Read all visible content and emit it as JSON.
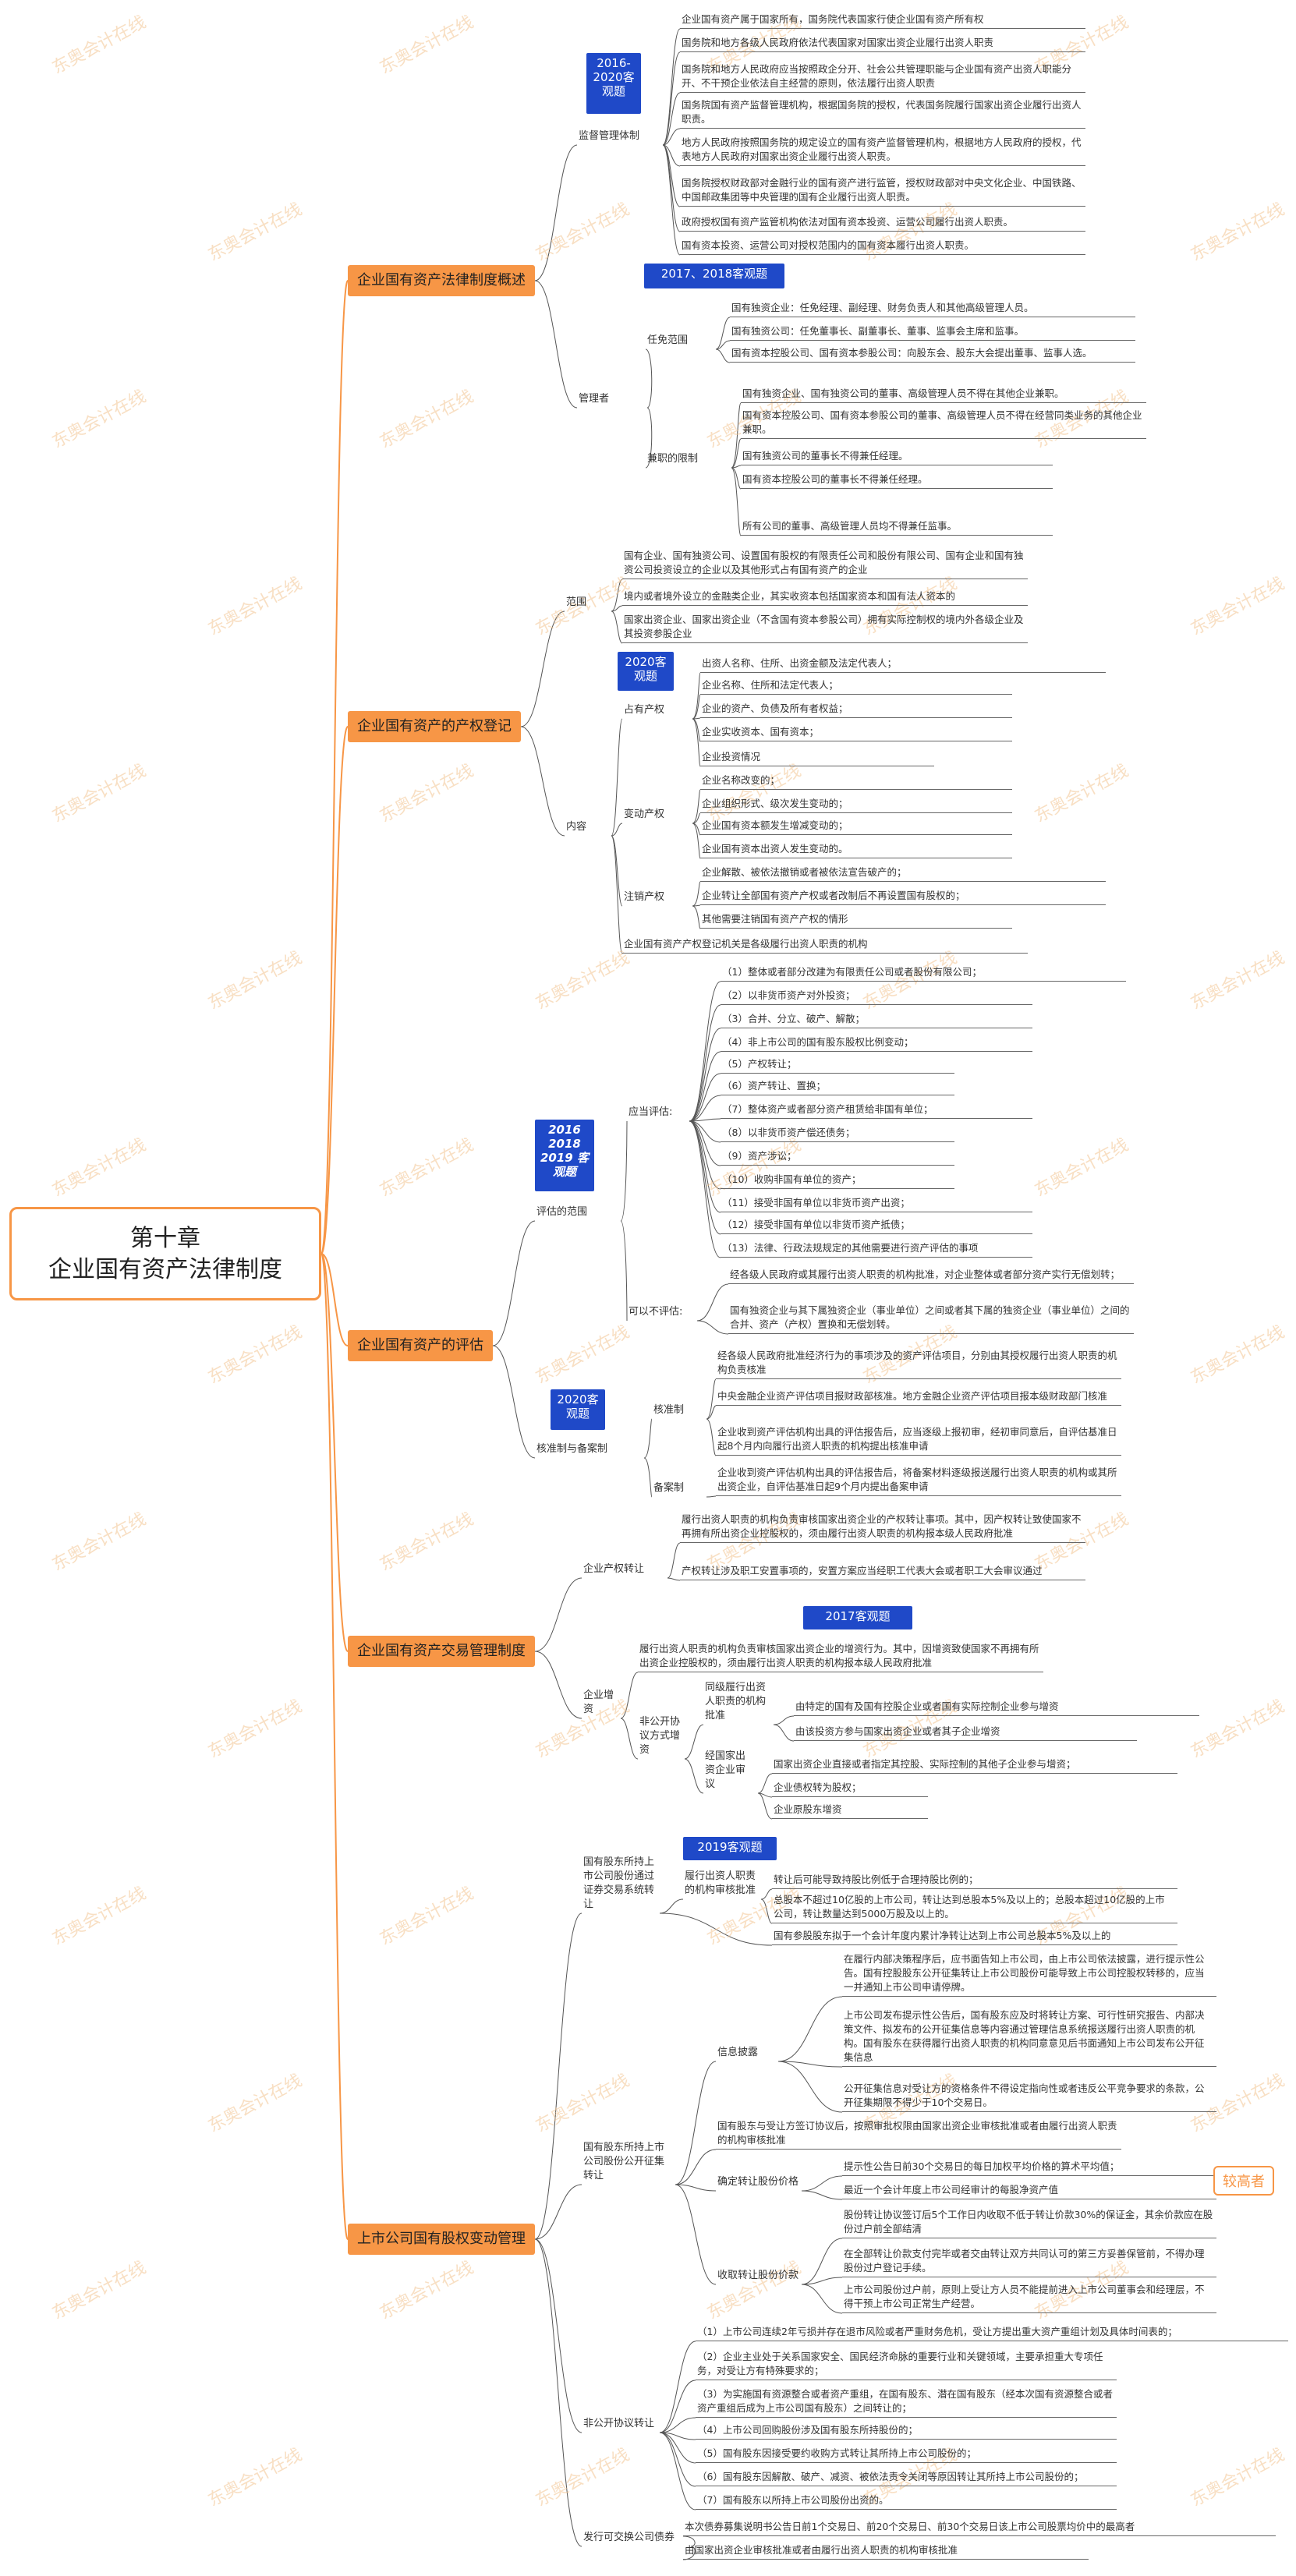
{
  "root": {
    "line1": "第十章",
    "line2": "企业国有资产法律制度"
  },
  "cats": [
    "企业国有资产法律制度概述",
    "企业国有资产的产权登记",
    "企业国有资产的评估",
    "企业国有资产交易管理制度",
    "上市公司国有股权变动管理"
  ],
  "tags": {
    "t1": "2016-2020客观题",
    "t2": "2017、2018客观题",
    "t3": "2020客观题",
    "t4": "2016 2018 2019 客观题",
    "t5": "2020客观题",
    "t6": "2017客观题",
    "t7": "2019客观题"
  },
  "labels": {
    "jgtz": "监督管理体制",
    "glz": "管理者",
    "rmfw": "任免范围",
    "jzxz": "兼职的限制",
    "fw": "范围",
    "nr": "内容",
    "zycq": "占有产权",
    "bdcq": "变动产权",
    "zxcq": "注销产权",
    "pgfw": "评估的范围",
    "ydpg": "应当评估:",
    "kybpg": "可以不评估:",
    "hzba": "核准制与备案制",
    "hzz": "核准制",
    "baz": "备案制",
    "cqzr": "企业产权转让",
    "qyzz": "企业增资",
    "fgk": "非公开协议方式增资",
    "tyl": "同级履行出资人职责的机构批准",
    "jgj": "经国家出资企业审议",
    "tgjy": "国有股东所持上市公司股份通过证券交易系统转让",
    "lxcz": "履行出资人职责的机构审核批准",
    "gkzj": "国有股东所持上市公司股份公开征集转让",
    "xxpl": "信息披露",
    "qdjg": "确定转让股份价格",
    "sqzr": "收取转让股份价款",
    "fgkxy": "非公开协议转让",
    "fxkh": "发行可交换公司债券",
    "jgz": "较高者"
  },
  "items": {
    "a1": "企业国有资产属于国家所有，国务院代表国家行使企业国有资产所有权",
    "a2": "国务院和地方各级人民政府依法代表国家对国家出资企业履行出资人职责",
    "a3": "国务院和地方人民政府应当按照政企分开、社会公共管理职能与企业国有资产出资人职能分开、不干预企业依法自主经营的原则，依法履行出资人职责",
    "a4": "国务院国有资产监督管理机构，根据国务院的授权，代表国务院履行国家出资企业履行出资人职责。",
    "a5": "地方人民政府按照国务院的规定设立的国有资产监督管理机构，根据地方人民政府的授权，代表地方人民政府对国家出资企业履行出资人职责。",
    "a6": "国务院授权财政部对金融行业的国有资产进行监管，授权财政部对中央文化企业、中国铁路、中国邮政集团等中央管理的国有企业履行出资人职责。",
    "a7": "政府授权国有资产监管机构依法对国有资本投资、运营公司履行出资人职责。",
    "a8": "国有资本投资、运营公司对授权范围内的国有资本履行出资人职责。",
    "b1": "国有独资企业：任免经理、副经理、财务负责人和其他高级管理人员。",
    "b2": "国有独资公司：任免董事长、副董事长、董事、监事会主席和监事。",
    "b3": "国有资本控股公司、国有资本参股公司：向股东会、股东大会提出董事、监事人选。",
    "b4": "国有独资企业、国有独资公司的董事、高级管理人员不得在其他企业兼职。",
    "b5": "国有资本控股公司、国有资本参股公司的董事、高级管理人员不得在经营同类业务的其他企业兼职。",
    "b6": "国有独资公司的董事长不得兼任经理。",
    "b7": "国有资本控股公司的董事长不得兼任经理。",
    "b8": "所有公司的董事、高级管理人员均不得兼任监事。",
    "c1": "国有企业、国有独资公司、设置国有股权的有限责任公司和股份有限公司、国有企业和国有独资公司投资设立的企业以及其他形式占有国有资产的企业",
    "c2": "境内或者境外设立的金融类企业，其实收资本包括国家资本和国有法人资本的",
    "c3": "国家出资企业、国家出资企业（不含国有资本参股公司）拥有实际控制权的境内外各级企业及其投资参股企业",
    "c4": "出资人名称、住所、出资金额及法定代表人；",
    "c5": "企业名称、住所和法定代表人；",
    "c6": "企业的资产、负债及所有者权益；",
    "c7": "企业实收资本、国有资本；",
    "c8": "企业投资情况",
    "c9": "企业名称改变的；",
    "c10": "企业组织形式、级次发生变动的；",
    "c11": "企业国有资本额发生增减变动的；",
    "c12": "企业国有资本出资人发生变动的。",
    "c13": "企业解散、被依法撤销或者被依法宣告破产的；",
    "c14": "企业转让全部国有资产产权或者改制后不再设置国有股权的；",
    "c15": "其他需要注销国有资产产权的情形",
    "c16": "企业国有资产产权登记机关是各级履行出资人职责的机构",
    "d1": "（1）整体或者部分改建为有限责任公司或者股份有限公司；",
    "d2": "（2）以非货币资产对外投资；",
    "d3": "（3）合并、分立、破产、解散；",
    "d4": "（4）非上市公司的国有股东股权比例变动；",
    "d5": "（5）产权转让；",
    "d6": "（6）资产转让、置换；",
    "d7": "（7）整体资产或者部分资产租赁给非国有单位；",
    "d8": "（8）以非货币资产偿还债务；",
    "d9": "（9）资产涉讼；",
    "d10": "（10）收购非国有单位的资产；",
    "d11": "（11）接受非国有单位以非货币资产出资；",
    "d12": "（12）接受非国有单位以非货币资产抵债；",
    "d13": "（13）法律、行政法规规定的其他需要进行资产评估的事项",
    "d14": "经各级人民政府或其履行出资人职责的机构批准，对企业整体或者部分资产实行无偿划转；",
    "d15": "国有独资企业与其下属独资企业（事业单位）之间或者其下属的独资企业（事业单位）之间的合并、资产（产权）置换和无偿划转。",
    "d16": "经各级人民政府批准经济行为的事项涉及的资产评估项目，分别由其授权履行出资人职责的机构负责核准",
    "d17": "中央金融企业资产评估项目报财政部核准。地方金融企业资产评估项目报本级财政部门核准",
    "d18": "企业收到资产评估机构出具的评估报告后，应当逐级上报初审，经初审同意后，自评估基准日起8个月内向履行出资人职责的机构提出核准申请",
    "d19": "企业收到资产评估机构出具的评估报告后，将备案材料逐级报送履行出资人职责的机构或其所出资企业，自评估基准日起9个月内提出备案申请",
    "e1": "履行出资人职责的机构负责审核国家出资企业的产权转让事项。其中，因产权转让致使国家不再拥有所出资企业控股权的，须由履行出资人职责的机构报本级人民政府批准",
    "e2": "产权转让涉及职工安置事项的，安置方案应当经职工代表大会或者职工大会审议通过",
    "e3": "履行出资人职责的机构负责审核国家出资企业的增资行为。其中，因增资致使国家不再拥有所出资企业控股权的，须由履行出资人职责的机构报本级人民政府批准",
    "e4": "由特定的国有及国有控股企业或者国有实际控制企业参与增资",
    "e5": "由该投资方参与国家出资企业或者其子企业增资",
    "e6": "国家出资企业直接或者指定其控股、实际控制的其他子企业参与增资；",
    "e7": "企业债权转为股权；",
    "e8": "企业原股东增资",
    "f1": "转让后可能导致持股比例低于合理持股比例的；",
    "f2": "总股本不超过10亿股的上市公司，转让达到总股本5%及以上的；总股本超过10亿股的上市公司，转让数量达到5000万股及以上的。",
    "f3": "国有参股股东拟于一个会计年度内累计净转让达到上市公司总股本5%及以上的",
    "f4": "在履行内部决策程序后，应书面告知上市公司，由上市公司依法披露，进行提示性公告。国有控股股东公开征集转让上市公司股份可能导致上市公司控股权转移的，应当一并通知上市公司申请停牌。",
    "f5": "上市公司发布提示性公告后，国有股东应及时将转让方案、可行性研究报告、内部决策文件、拟发布的公开征集信息等内容通过管理信息系统报送履行出资人职责的机构。国有股东在获得履行出资人职责的机构同意意见后书面通知上市公司发布公开征集信息",
    "f6": "公开征集信息对受让方的资格条件不得设定指向性或者违反公平竞争要求的条款，公开征集期限不得少于10个交易日。",
    "f7": "国有股东与受让方签订协议后，按照审批权限由国家出资企业审核批准或者由履行出资人职责的机构审核批准",
    "f8": "提示性公告日前30个交易日的每日加权平均价格的算术平均值；",
    "f9": "最近一个会计年度上市公司经审计的每股净资产值",
    "f10": "股份转让协议签订后5个工作日内收取不低于转让价款30%的保证金，其余价款应在股份过户前全部结清",
    "f11": "在全部转让价款支付完毕或者交由转让双方共同认可的第三方妥善保管前，不得办理股份过户登记手续。",
    "f12": "上市公司股份过户前，原则上受让方人员不能提前进入上市公司董事会和经理层，不得干预上市公司正常生产经营。",
    "g1": "（1）上市公司连续2年亏损并存在退市风险或者严重财务危机，受让方提出重大资产重组计划及具体时间表的；",
    "g2": "（2）企业主业处于关系国家安全、国民经济命脉的重要行业和关键领域，主要承担重大专项任务，对受让方有特殊要求的；",
    "g3": "（3）为实施国有资源整合或者资产重组，在国有股东、潜在国有股东（经本次国有资源整合或者资产重组后成为上市公司国有股东）之间转让的；",
    "g4": "（4）上市公司回购股份涉及国有股东所持股份的；",
    "g5": "（5）国有股东因接受要约收购方式转让其所持上市公司股份的；",
    "g6": "（6）国有股东因解散、破产、减资、被依法责令关闭等原因转让其所持上市公司股份的；",
    "g7": "（7）国有股东以所持上市公司股份出资的。",
    "h1": "本次债券募集说明书公告日前1个交易日、前20个交易日、前30个交易日该上市公司股票均价中的最高者",
    "h2": "由国家出资企业审核批准或者由履行出资人职责的机构审核批准"
  },
  "watermark": "东奥会计在线"
}
